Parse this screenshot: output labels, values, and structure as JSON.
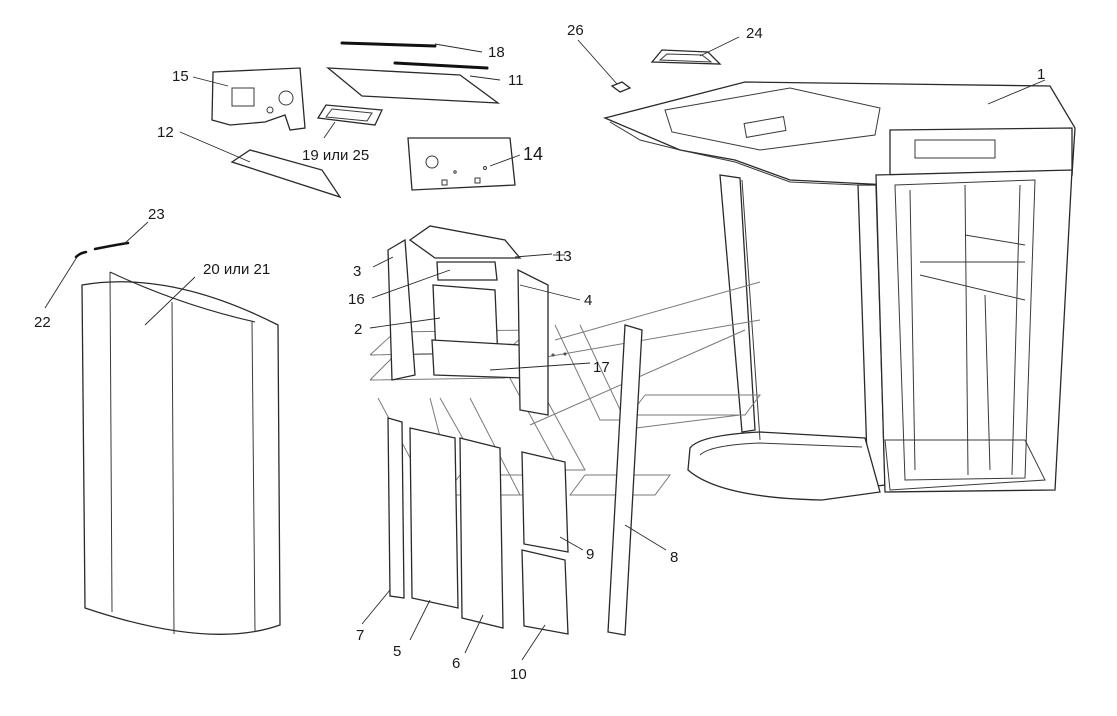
{
  "callouts": {
    "c1": "1",
    "c2": "2",
    "c3": "3",
    "c4": "4",
    "c5": "5",
    "c6": "6",
    "c7": "7",
    "c8": "8",
    "c9": "9",
    "c10": "10",
    "c11": "11",
    "c12": "12",
    "c13": "13",
    "c14": "14",
    "c15": "15",
    "c16": "16",
    "c17": "17",
    "c18": "18",
    "c19_25": "19 или 25",
    "c20_21": "20 или 21",
    "c22": "22",
    "c23": "23",
    "c24": "24",
    "c26": "26"
  }
}
